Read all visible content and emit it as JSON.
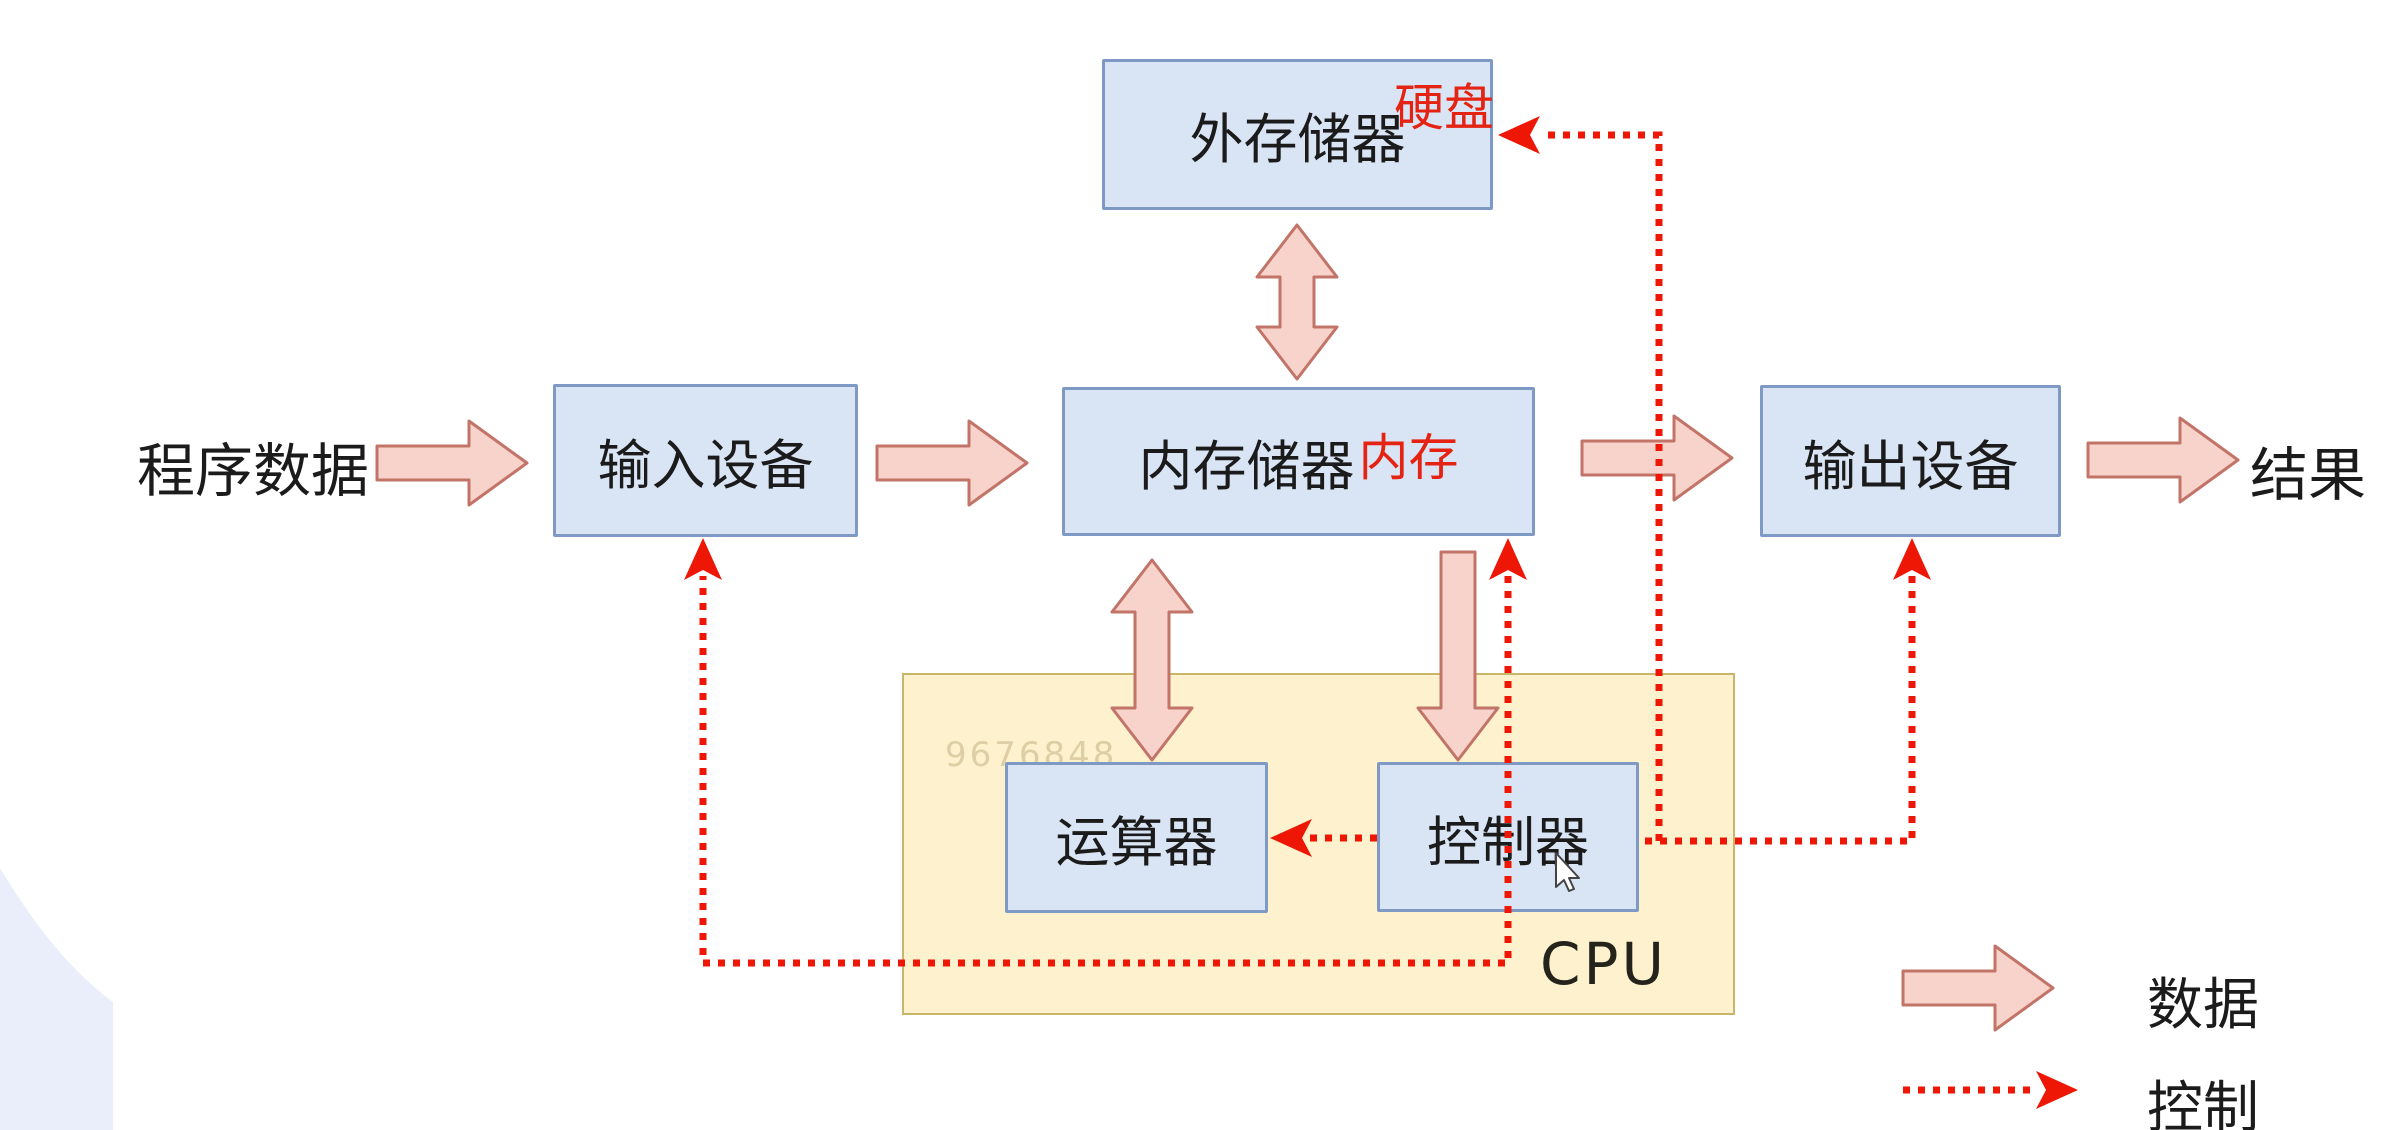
{
  "diagram_title": "computer-architecture-data-and-control-flow",
  "boxes": {
    "external_storage": {
      "label": "外存储器",
      "annotation": "硬盘"
    },
    "input_device": {
      "label": "输入设备"
    },
    "memory": {
      "label": "内存储器",
      "annotation": "内存"
    },
    "output_device": {
      "label": "输出设备"
    },
    "alu": {
      "label": "运算器"
    },
    "control_unit": {
      "label": "控制器"
    },
    "cpu": {
      "label": "CPU",
      "watermark": "9676848"
    }
  },
  "io": {
    "source_label": "程序数据",
    "result_label": "结果"
  },
  "legend": {
    "data_label": "数据",
    "control_label": "控制"
  },
  "flows": {
    "data_solid_arrows": [
      "程序数据 → 输入设备",
      "输入设备 → 内存储器",
      "内存储器 ↔ 外存储器",
      "内存储器 ↔ 运算器",
      "内存储器 → 控制器",
      "内存储器 → 输出设备",
      "输出设备 → 结果"
    ],
    "control_dotted_arrows": [
      "控制器 → 运算器",
      "控制器 → 内存储器",
      "控制器 → 输入设备",
      "控制器 → 输出设备",
      "控制器 → 外存储器"
    ]
  },
  "colors": {
    "box_fill": "#d9e5f5",
    "box_border": "#7e99c4",
    "cpu_fill": "#fdf2cd",
    "cpu_border": "#c9b66b",
    "data_arrow_fill": "#f8d3cb",
    "data_arrow_border": "#c17467",
    "control_red": "#ee1605",
    "annotation_red": "#e42313",
    "text_dark": "#1b1b1b",
    "corner_shape": "#e9eefa",
    "background": "#ffffff"
  }
}
